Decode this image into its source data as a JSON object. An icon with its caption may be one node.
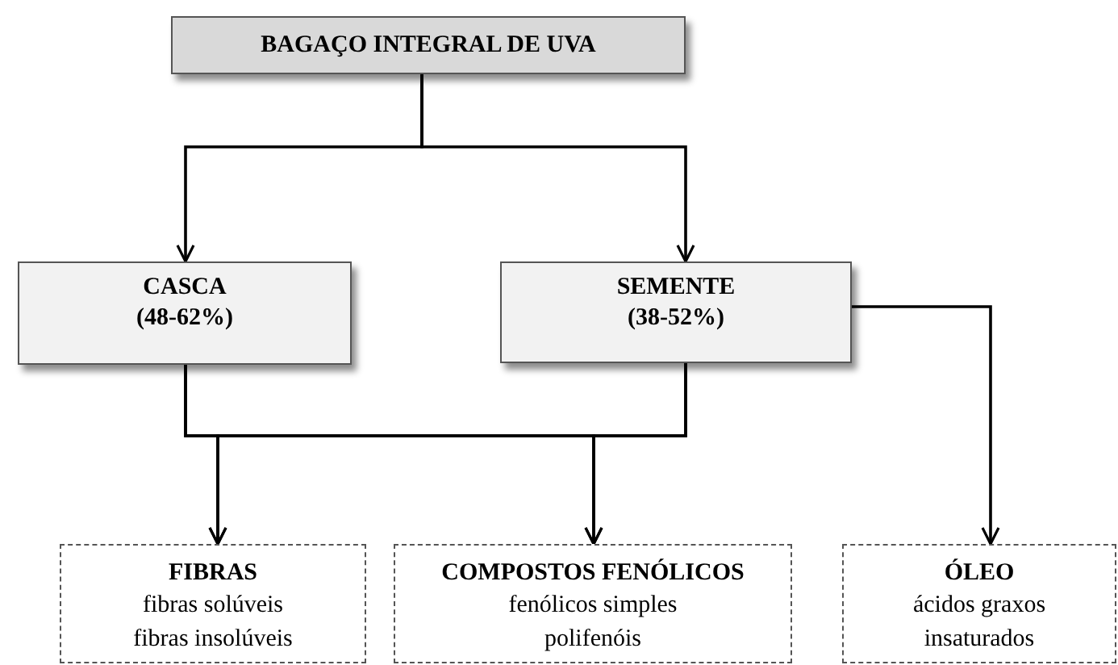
{
  "diagram": {
    "nodes": [
      {
        "text": [
          "BAGAÇO INTEGRAL DE UVA"
        ]
      },
      {
        "text": [
          "CASCA (48-62%)"
        ]
      },
      {
        "text": [
          "SEMENTE (38-52%)"
        ]
      },
      {
        "text": [
          "FIBRAS",
          "fibras solúveis fibras insolúveis"
        ]
      },
      {
        "text": [
          "COMPOSTOS FENÓLICOS",
          "fenólicos simples polifenóis"
        ]
      },
      {
        "text": [
          "ÓLEO",
          "ácidos graxos insaturados"
        ]
      }
    ],
    "edges": [
      {
        "from": 0,
        "to": 1,
        "arrow": "to"
      },
      {
        "from": 0,
        "to": 2,
        "arrow": "to"
      },
      {
        "from": 1,
        "to": 3,
        "arrow": "to"
      },
      {
        "from": 1,
        "to": 4,
        "arrow": "to"
      },
      {
        "from": 2,
        "to": 3,
        "arrow": "to"
      },
      {
        "from": 2,
        "to": 4,
        "arrow": "to"
      },
      {
        "from": 2,
        "to": 5,
        "arrow": "to"
      }
    ]
  }
}
